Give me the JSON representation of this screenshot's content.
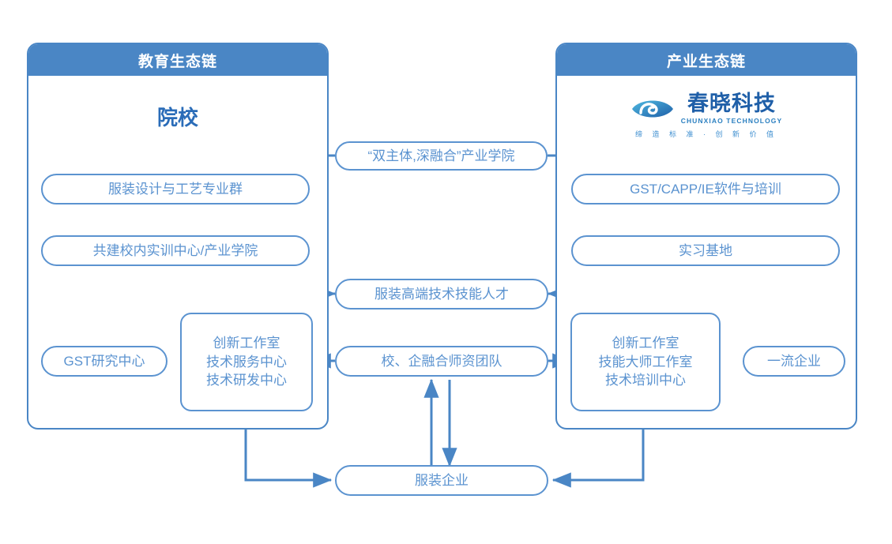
{
  "colors": {
    "panel_blue": "#4a86c5",
    "node_stroke": "#5b93d0",
    "node_text": "#5b93d0",
    "title_text": "#2a6cb8",
    "wire": "#4a86c5",
    "brand_dark": "#1f5fa8",
    "background": "#ffffff"
  },
  "panels": {
    "left": {
      "header": "教育生态链",
      "title": "院校"
    },
    "right": {
      "header": "产业生态链"
    }
  },
  "brand": {
    "icon": "chunxiao-eye-logo-icon",
    "name": "春晓科技",
    "english": "CHUNXIAO TECHNOLOGY",
    "tagline": "缔 造 标 准 · 创 新 价 值"
  },
  "nodes": {
    "left_major": "服装设计与工艺专业群",
    "left_base": "共建校内实训中心/产业学院",
    "center_college": "“双主体,深融合”产业学院",
    "center_talent": "服装高端技术技能人才",
    "center_faculty": "校、企融合师资团队",
    "center_enterprise": "服装企业",
    "right_software": "GST/CAPP/IE软件与培训",
    "right_base": "实习基地",
    "left_gst": "GST研究中心",
    "right_firstclass": "一流企业",
    "left_centers": [
      "创新工作室",
      "技术服务中心",
      "技术研发中心"
    ],
    "right_centers": [
      "创新工作室",
      "技能大师工作室",
      "技术培训中心"
    ]
  }
}
